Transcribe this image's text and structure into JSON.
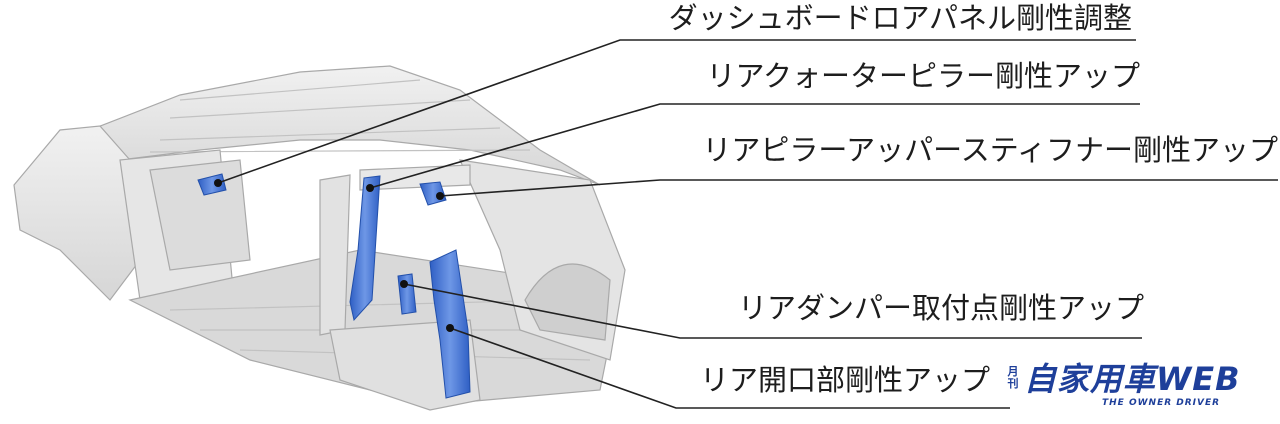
{
  "callouts": [
    {
      "id": "dashboard-lower-panel",
      "label": "ダッシュボードロアパネル剛性調整"
    },
    {
      "id": "rear-quarter-pillar",
      "label": "リアクォーターピラー剛性アップ"
    },
    {
      "id": "rear-pillar-upper-stiffener",
      "label": "リアピラーアッパースティフナー剛性アップ"
    },
    {
      "id": "rear-damper-mount",
      "label": "リアダンパー取付点剛性アップ"
    },
    {
      "id": "rear-opening",
      "label": "リア開口部剛性アップ"
    }
  ],
  "logo": {
    "small": "月刊",
    "main": "自家用車WEB",
    "sub": "THE OWNER DRIVER"
  },
  "colors": {
    "highlight": "#3f6fd0",
    "body_line": "#b9b9b9",
    "leader": "#222222",
    "logo": "#1e3f9a"
  }
}
